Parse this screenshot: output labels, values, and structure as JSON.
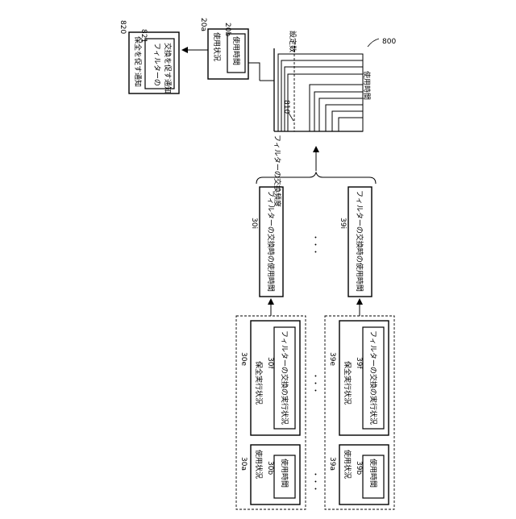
{
  "figure": {
    "number": "800",
    "chart": {
      "ref": "810",
      "y_axis_label": "フィルターの交換頻度",
      "x_axis_label": "使用時間",
      "threshold_label": "設定数"
    },
    "current_device": {
      "ref": "20a",
      "status_label": "使用状況",
      "time_ref": "20b",
      "time_label": "使用時間"
    },
    "notification": {
      "ref": "820",
      "title": "保全を促す通知",
      "inner_ref": "821",
      "inner_line1": "フィルターの",
      "inner_line2": "交換を促す通知"
    },
    "rows": [
      {
        "status_ref": "30a",
        "status_label": "使用状況",
        "time_ref": "30b",
        "time_label": "使用時間",
        "exec_ref": "30e",
        "exec_label": "保全実行状況",
        "filter_ref": "30f",
        "filter_label": "フィルターの交換の実行状況",
        "result_ref": "30i",
        "result_label": "フィルターの交換時の使用時間"
      },
      {
        "status_ref": "39a",
        "status_label": "使用状況",
        "time_ref": "39b",
        "time_label": "使用時間",
        "exec_ref": "39e",
        "exec_label": "保全実行状況",
        "filter_ref": "39f",
        "filter_label": "フィルターの交換の実行状況",
        "result_ref": "39i",
        "result_label": "フィルターの交換時の使用時間"
      }
    ],
    "ellipsis": "・・・",
    "ellipsis_vertical": "・・・"
  }
}
